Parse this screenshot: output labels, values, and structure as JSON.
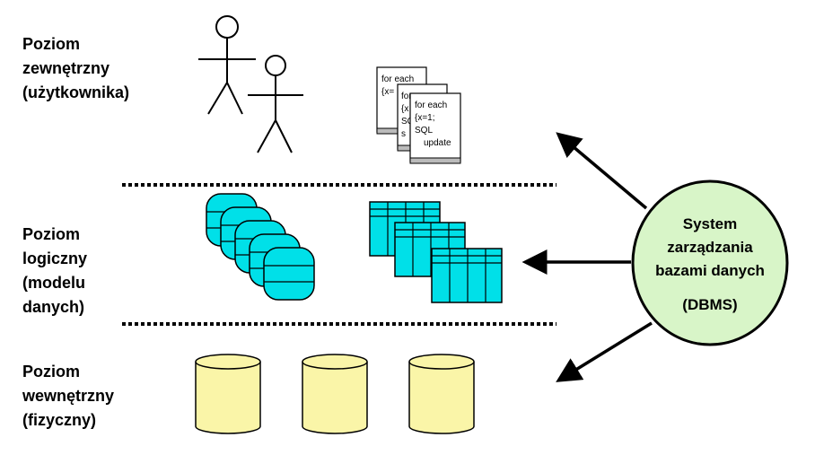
{
  "levels": {
    "external": [
      "Poziom",
      "zewnętrzny",
      "(użytkownika)"
    ],
    "logical": [
      "Poziom",
      "logiczny",
      "(modelu",
      "danych)"
    ],
    "internal": [
      "Poziom",
      "wewnętrzny",
      "(fizyczny)"
    ]
  },
  "code_cards": {
    "back": [
      "for each",
      "{x="
    ],
    "middle": [
      "for",
      "{x",
      "SQL",
      "s"
    ],
    "front": [
      "for each",
      "{x=1;",
      "SQL",
      "update"
    ]
  },
  "dbms": {
    "lines": [
      "System",
      "zarządzania",
      "bazami danych",
      "(DBMS)"
    ]
  },
  "colors": {
    "cyan": "#00E0E8",
    "yellow": "#FAF5A8",
    "dbms_fill": "#D8F5C8",
    "line": "#000000"
  }
}
